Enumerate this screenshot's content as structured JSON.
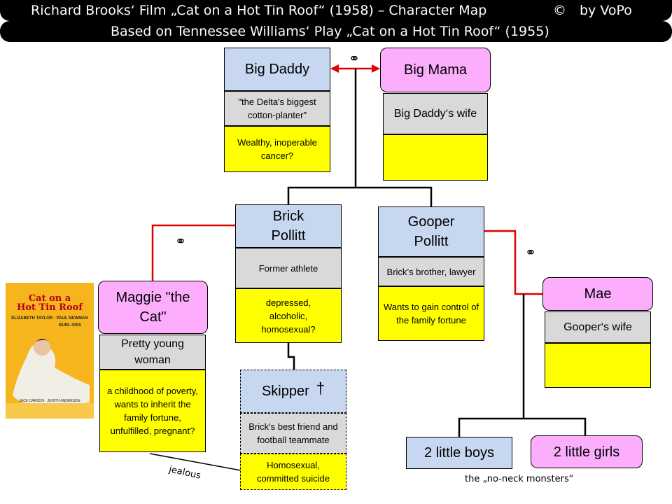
{
  "header": {
    "line1_title": "Richard Brooks‘  Film „Cat on a Hot Tin Roof“ (1958) – Character Map",
    "line1_copyright": "©",
    "line1_author": "by VoPo",
    "line2": "Based on Tennessee Williams‘  Play „Cat on a Hot Tin Roof“ (1955)"
  },
  "symbols": {
    "marriage": "⚭",
    "deceased": "†"
  },
  "characters": {
    "big_daddy": {
      "name": "Big Daddy",
      "role": "\"the Delta's biggest cotton-planter\"",
      "traits": "Wealthy, inoperable cancer?"
    },
    "big_mama": {
      "name": "Big Mama",
      "role": "Big Daddy‘s wife",
      "traits": ""
    },
    "brick": {
      "name": "Brick Pollitt",
      "role": "Former athlete",
      "traits": "depressed, alcoholic, homosexual?"
    },
    "gooper": {
      "name": "Gooper Pollitt",
      "role": "Brick’s brother, lawyer",
      "traits": "Wants to gain control of the family fortune"
    },
    "maggie": {
      "name": "Maggie \"the Cat\"",
      "role": "Pretty young woman",
      "traits": "a childhood of poverty, wants to inherit the family fortune, unfulfilled, pregnant?"
    },
    "skipper": {
      "name": "Skipper",
      "role": "Brick's best friend and football teammate",
      "traits": "Homosexual, committed suicide"
    },
    "mae": {
      "name": "Mae",
      "role": "Gooper‘s wife",
      "traits": ""
    },
    "boys": {
      "name": "2 little boys"
    },
    "girls": {
      "name": "2 little girls"
    }
  },
  "labels": {
    "jealous": "jealous",
    "children_caption": "the „no-neck monsters“"
  },
  "poster": {
    "title_line1": "Cat on a",
    "title_line2": "Hot Tin Roof",
    "stars": "ELIZABETH TAYLOR · PAUL NEWMAN",
    "ives": "BURL IVES",
    "cast": "JACK CARSON · JUDITH ANDERSON"
  },
  "colors": {
    "relation_line": "#e00000",
    "family_line": "#000000",
    "male": "#c6d7ef",
    "female": "#fcaefc",
    "role": "#d9d9d9",
    "traits": "#ffff00"
  }
}
